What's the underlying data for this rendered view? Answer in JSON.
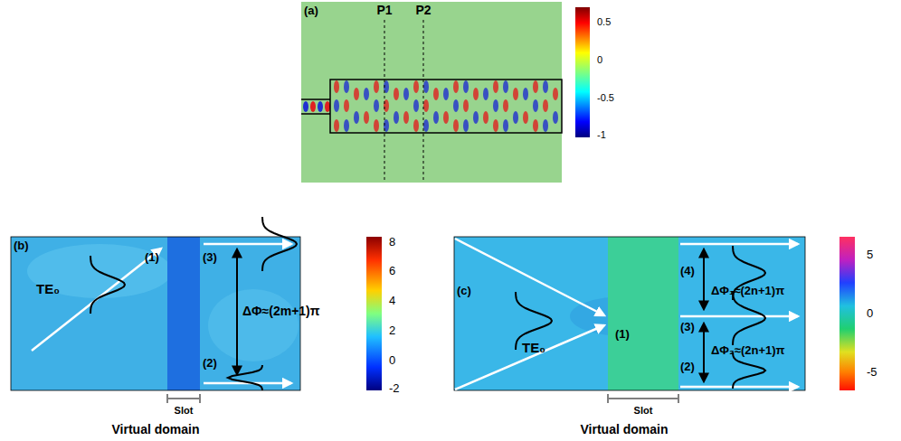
{
  "diagram": {
    "labels": [
      "(a)",
      "P1",
      "P2",
      "0.5",
      "0",
      "-0.5",
      "-1",
      "(b)",
      "TE₀",
      "(1)",
      "(3)",
      "ΔΦ≈(2m+1)π",
      "(2)",
      "Slot",
      "Virtual domain",
      "8",
      "6",
      "4",
      "2",
      "0",
      "-2",
      "(c)",
      "TE₀",
      "(4)",
      "ΔΦ₁≈(2n+1)π",
      "(1)",
      "(3)",
      "ΔΦ₂≈(2n+1)π",
      "(2)",
      "Slot",
      "Virtual domain",
      "5",
      "0",
      "-5"
    ]
  }
}
